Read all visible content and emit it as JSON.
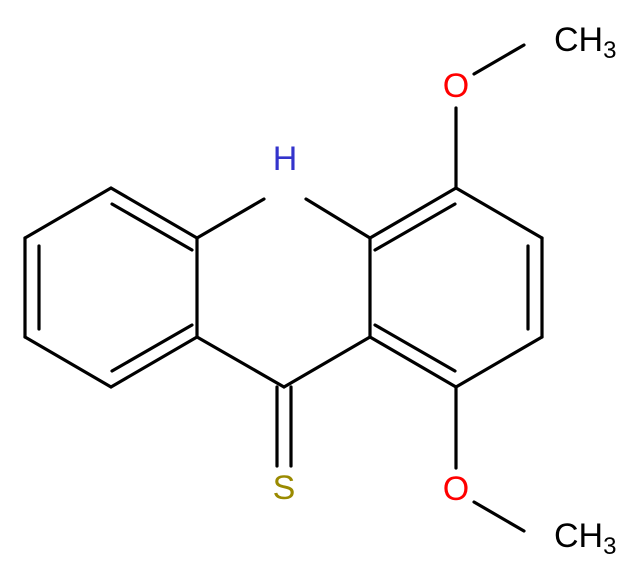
{
  "molecule": {
    "atoms": {
      "nh": {
        "text": "H",
        "color": "#3333cc"
      },
      "s": {
        "text": "S",
        "color": "#9a8a00"
      },
      "o_top": {
        "text": "O",
        "color": "#ff0000"
      },
      "o_bottom": {
        "text": "O",
        "color": "#ff0000"
      },
      "ch3_top": {
        "main": "CH",
        "sub": "3",
        "color": "#000000"
      },
      "ch3_bottom": {
        "main": "CH",
        "sub": "3",
        "color": "#000000"
      }
    }
  }
}
